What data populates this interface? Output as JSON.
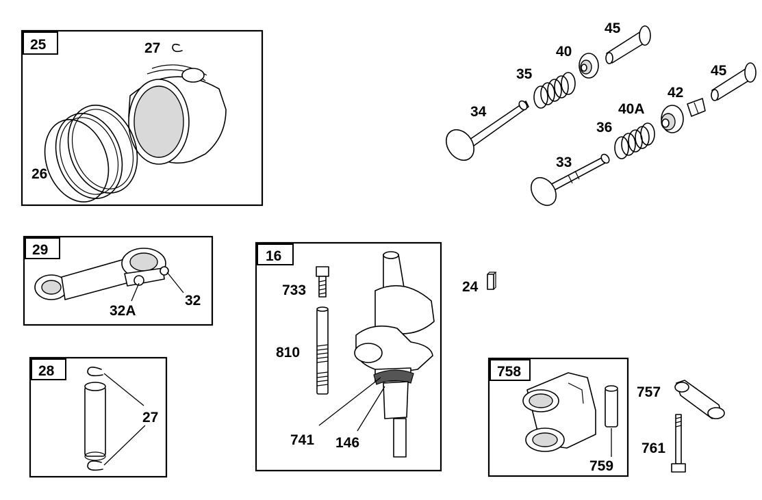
{
  "groups": {
    "g25": {
      "tag": "25"
    },
    "g29": {
      "tag": "29"
    },
    "g28": {
      "tag": "28"
    },
    "g16": {
      "tag": "16"
    },
    "g758": {
      "tag": "758"
    }
  },
  "labels": {
    "l27_piston": "27",
    "l26": "26",
    "l32A": "32A",
    "l32": "32",
    "l27_pin": "27",
    "l733": "733",
    "l810": "810",
    "l741": "741",
    "l146": "146",
    "l24": "24",
    "l758_757": "757",
    "l761": "761",
    "l759": "759",
    "l45a": "45",
    "l40": "40",
    "l35": "35",
    "l34": "34",
    "l45b": "45",
    "l42": "42",
    "l40A": "40A",
    "l36": "36",
    "l33": "33"
  }
}
